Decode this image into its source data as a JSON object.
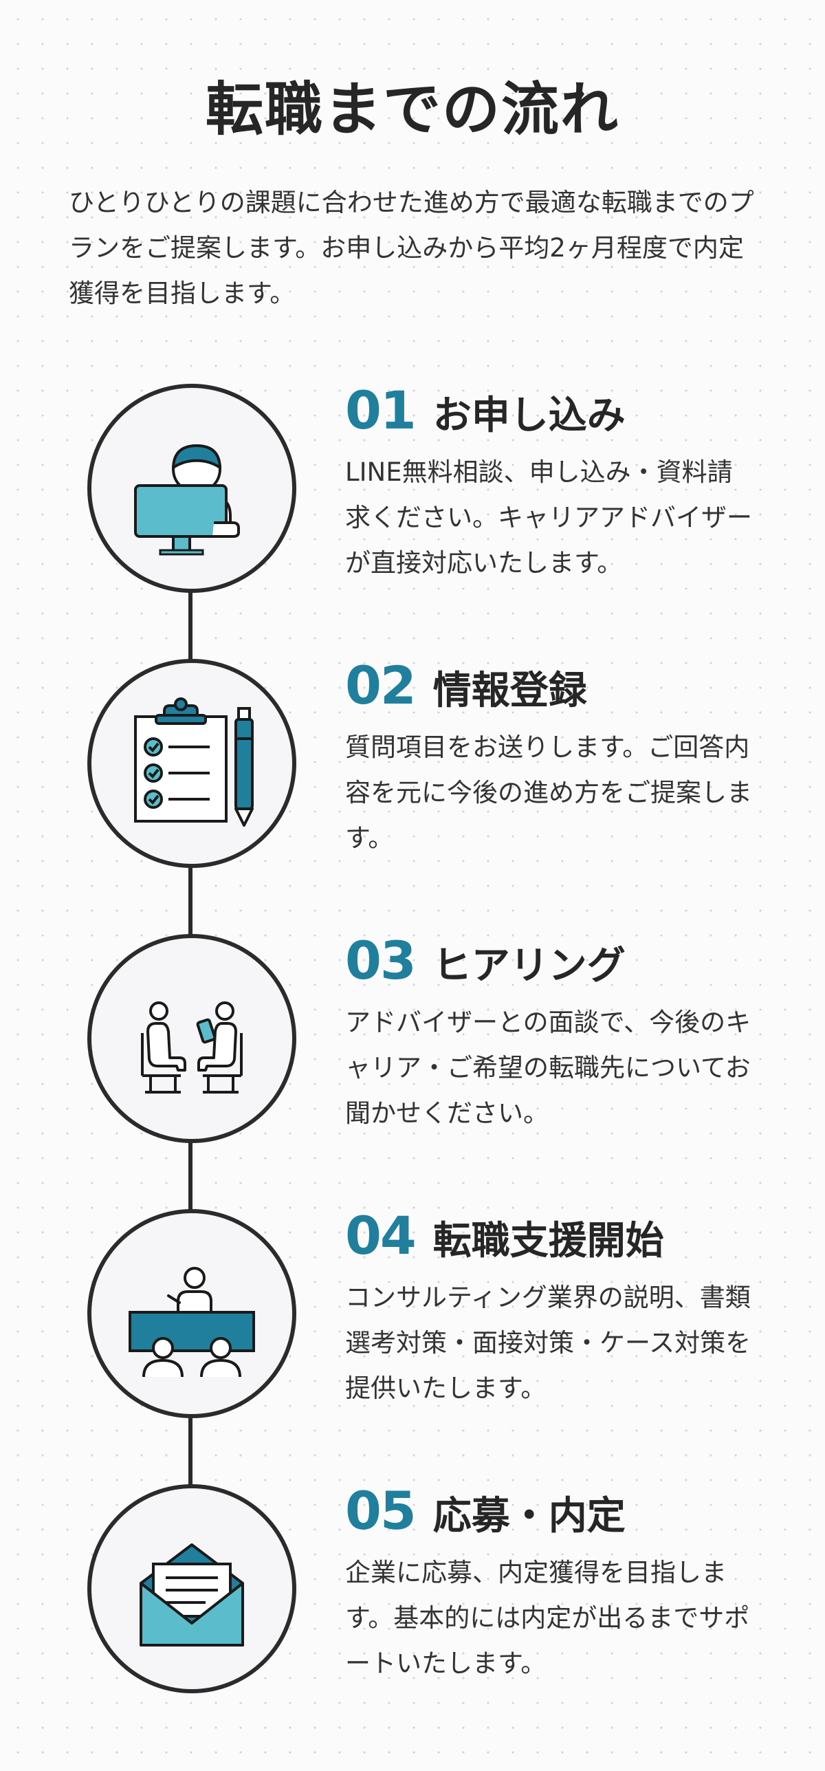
{
  "page": {
    "title": "転職までの流れ",
    "intro": "ひとりひとりの課題に合わせた進め方で最適な転職までのプランをご提案します。お申し込みから平均2ヶ月程度で内定獲得を目指します。"
  },
  "colors": {
    "accent": "#1f7f9c",
    "icon_light": "#5bbccc",
    "line": "#2b2b2b",
    "circle_fill": "#f6f6f8"
  },
  "steps": [
    {
      "num": "01",
      "title": "お申し込み",
      "desc": "LINE無料相談、申し込み・資料請求ください。キャリアアドバイザーが直接対応いたします。",
      "icon": "computer-user-icon"
    },
    {
      "num": "02",
      "title": "情報登録",
      "desc": "質問項目をお送りします。ご回答内容を元に今後の進め方をご提案します。",
      "icon": "clipboard-checklist-icon"
    },
    {
      "num": "03",
      "title": "ヒアリング",
      "desc": "アドバイザーとの面談で、今後のキャリア・ご希望の転職先についてお聞かせください。",
      "icon": "interview-icon"
    },
    {
      "num": "04",
      "title": "転職支援開始",
      "desc": "コンサルティング業界の説明、書類選考対策・面接対策・ケース対策を提供いたします。",
      "icon": "seminar-icon"
    },
    {
      "num": "05",
      "title": "応募・内定",
      "desc": "企業に応募、内定獲得を目指します。基本的には内定が出るまでサポートいたします。",
      "icon": "envelope-letter-icon"
    }
  ]
}
